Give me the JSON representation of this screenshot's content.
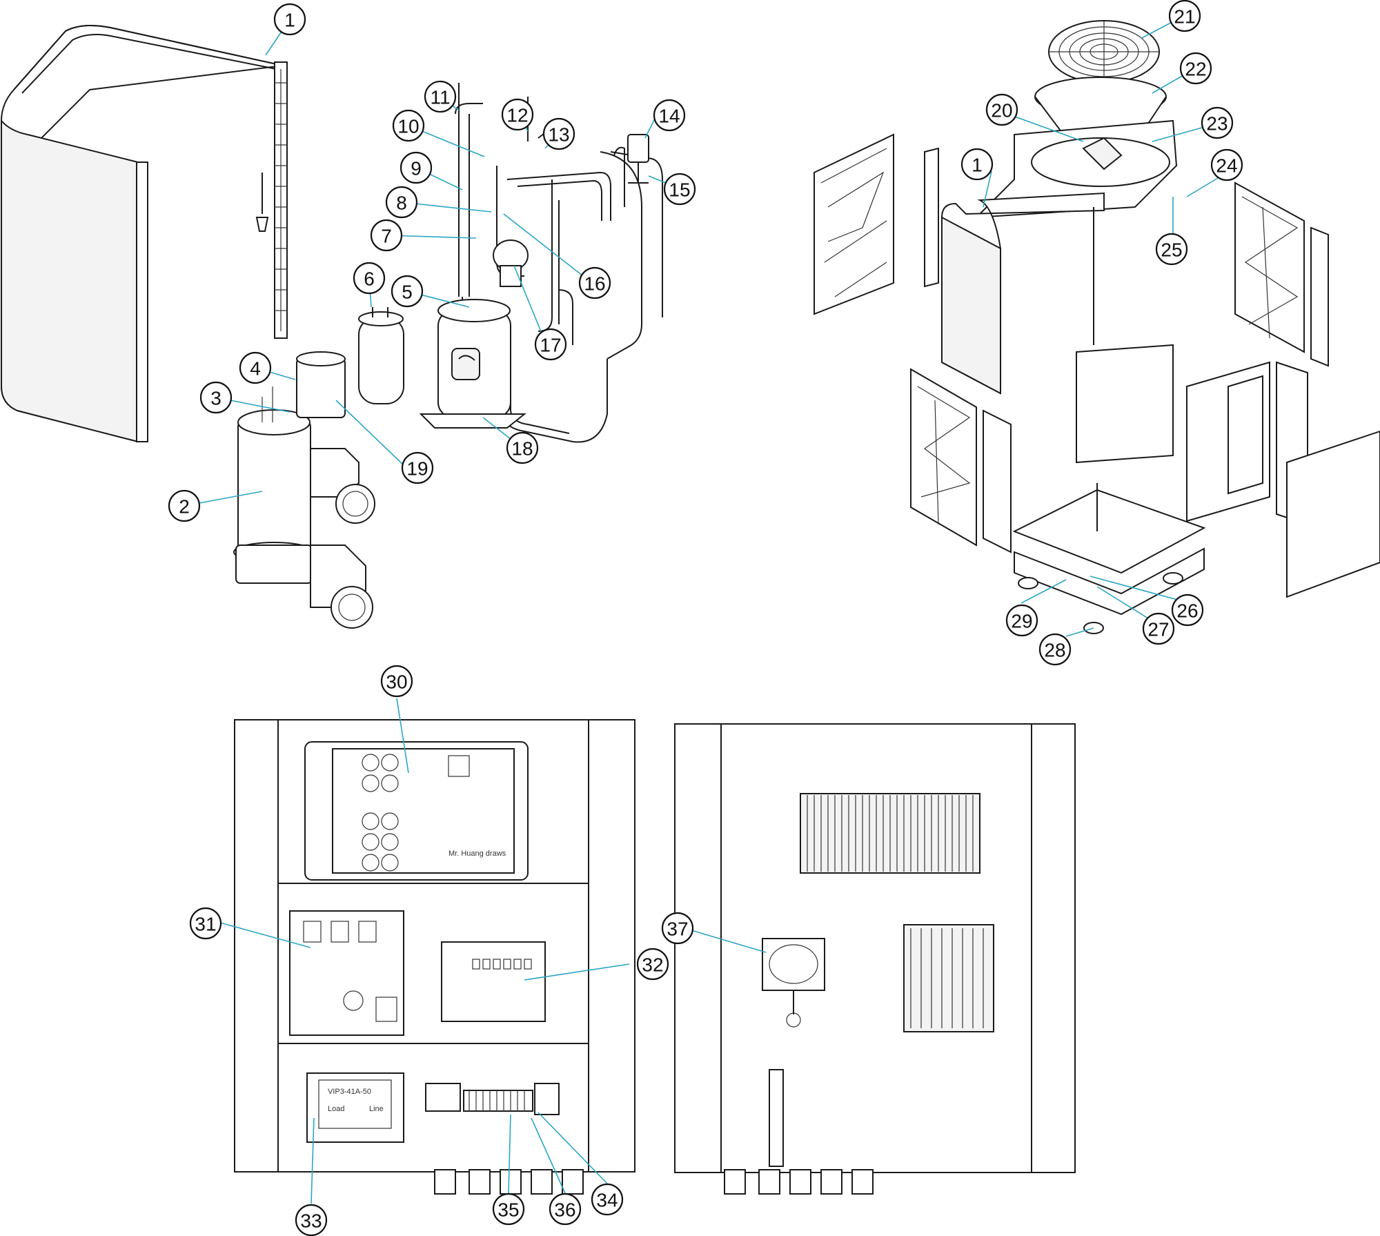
{
  "diagram": {
    "board_label": "Mr. Huang draws",
    "filter_label": "VIP3-41A-50",
    "filter_line_label": "Line",
    "filter_load_label": "Load"
  },
  "callouts": [
    {
      "n": "1"
    },
    {
      "n": "2"
    },
    {
      "n": "3"
    },
    {
      "n": "4"
    },
    {
      "n": "5"
    },
    {
      "n": "6"
    },
    {
      "n": "7"
    },
    {
      "n": "8"
    },
    {
      "n": "9"
    },
    {
      "n": "10"
    },
    {
      "n": "11"
    },
    {
      "n": "12"
    },
    {
      "n": "13"
    },
    {
      "n": "14"
    },
    {
      "n": "15"
    },
    {
      "n": "16"
    },
    {
      "n": "17"
    },
    {
      "n": "18"
    },
    {
      "n": "19"
    },
    {
      "n": "20"
    },
    {
      "n": "21"
    },
    {
      "n": "22"
    },
    {
      "n": "23"
    },
    {
      "n": "24"
    },
    {
      "n": "25"
    },
    {
      "n": "1"
    },
    {
      "n": "26"
    },
    {
      "n": "27"
    },
    {
      "n": "28"
    },
    {
      "n": "29"
    },
    {
      "n": "30"
    },
    {
      "n": "31"
    },
    {
      "n": "32"
    },
    {
      "n": "33"
    },
    {
      "n": "34"
    },
    {
      "n": "35"
    },
    {
      "n": "36"
    },
    {
      "n": "37"
    }
  ]
}
